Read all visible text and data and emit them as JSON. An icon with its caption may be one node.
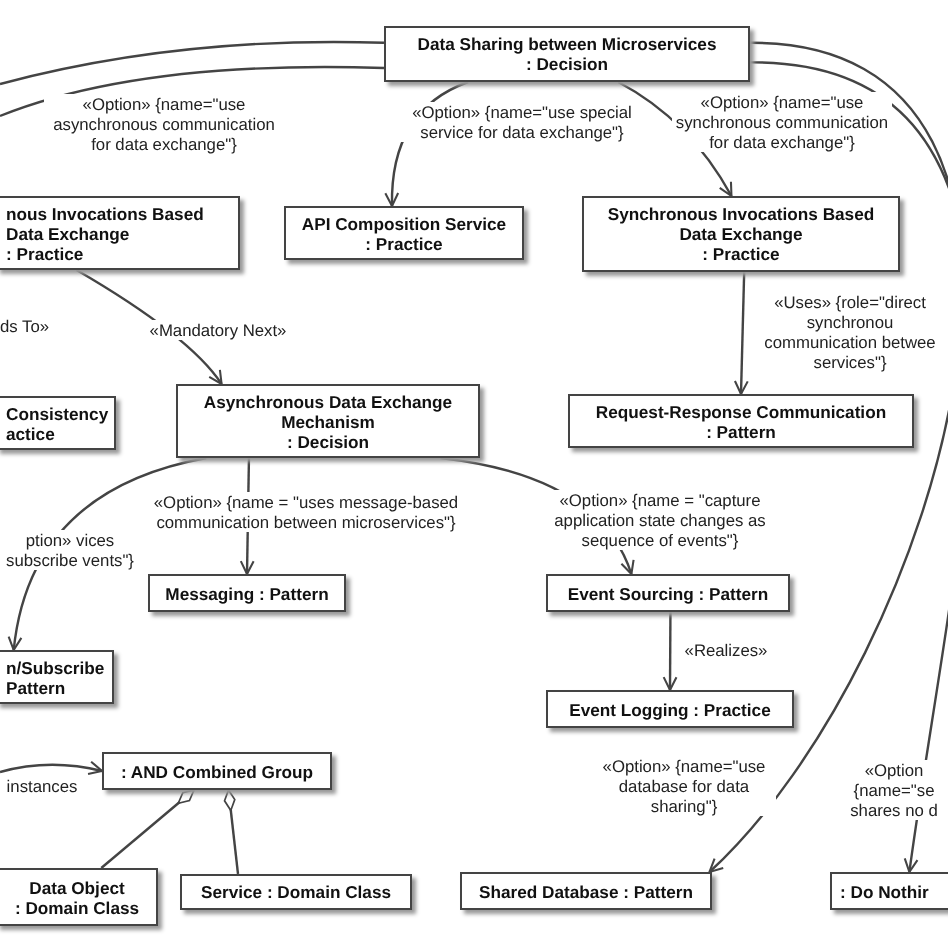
{
  "diagram": {
    "nodes": [
      {
        "text": [
          "Data Sharing between Microservices",
          ": Decision"
        ]
      },
      {
        "text": [
          "nous Invocations Based",
          "Data Exchange",
          ": Practice"
        ]
      },
      {
        "text": [
          "API Composition Service",
          ": Practice"
        ]
      },
      {
        "text": [
          "Synchronous Invocations Based",
          "Data Exchange",
          ": Practice"
        ]
      },
      {
        "text": [
          "Consistency",
          "actice"
        ]
      },
      {
        "text": [
          "Asynchronous Data Exchange Mechanism",
          ": Decision"
        ]
      },
      {
        "text": [
          "Request-Response Communication",
          ": Pattern"
        ]
      },
      {
        "text": [
          "Messaging : Pattern"
        ]
      },
      {
        "text": [
          "Event Sourcing : Pattern"
        ]
      },
      {
        "text": [
          "n/Subscribe",
          "Pattern"
        ]
      },
      {
        "text": [
          "Event Logging : Practice"
        ]
      },
      {
        "text": [
          ": AND Combined Group"
        ]
      },
      {
        "text": [
          "Data Object",
          ": Domain Class"
        ]
      },
      {
        "text": [
          "Service : Domain Class"
        ]
      },
      {
        "text": [
          "Shared Database : Pattern"
        ]
      },
      {
        "text": [
          ": Do Nothir"
        ]
      }
    ],
    "edges": [
      {
        "from": 0,
        "to": null,
        "arrow": "none"
      },
      {
        "from": 0,
        "to": null,
        "arrow": "none",
        "label": "«Option» {name=\"use asynchronous communication for data exchange\"}"
      },
      {
        "from": 0,
        "to": 2,
        "arrow": "to",
        "label": "«Option» {name=\"use special service for data exchange\"}"
      },
      {
        "from": 0,
        "to": 3,
        "arrow": "to",
        "label": "«Option» {name=\"use synchronous communication for data exchange\"}"
      },
      {
        "from": 0,
        "to": 14,
        "arrow": "to",
        "label": "«Option» {name=\"use database for data sharing\"}"
      },
      {
        "from": 0,
        "to": 15,
        "arrow": "to",
        "label": "«Option {name=\"se shares no d"
      },
      {
        "from": 1,
        "to": 5,
        "arrow": "to",
        "label": "«Mandatory Next»"
      },
      {
        "from": 3,
        "to": 6,
        "arrow": "to",
        "label": "«Uses» {role=\"direct synchronou communication betwee services\"}"
      },
      {
        "from": 5,
        "to": 7,
        "arrow": "to",
        "label": "«Option» {name = \"uses message-based communication between microservices\"}"
      },
      {
        "from": 5,
        "to": 8,
        "arrow": "to",
        "label": "«Option» {name = \"capture application state changes as sequence of events\"}"
      },
      {
        "from": 5,
        "to": 9,
        "arrow": "to",
        "label": "ption» vices subscribe vents\"}"
      },
      {
        "from": 8,
        "to": 10,
        "arrow": "to",
        "label": "«Realizes»"
      },
      {
        "from": null,
        "to": 11,
        "arrow": "to",
        "label": "instances"
      },
      {
        "from": 12,
        "to": 11,
        "arrow": "other"
      },
      {
        "from": 13,
        "to": 11,
        "arrow": "other"
      }
    ],
    "labels": [
      "ds To»"
    ]
  }
}
